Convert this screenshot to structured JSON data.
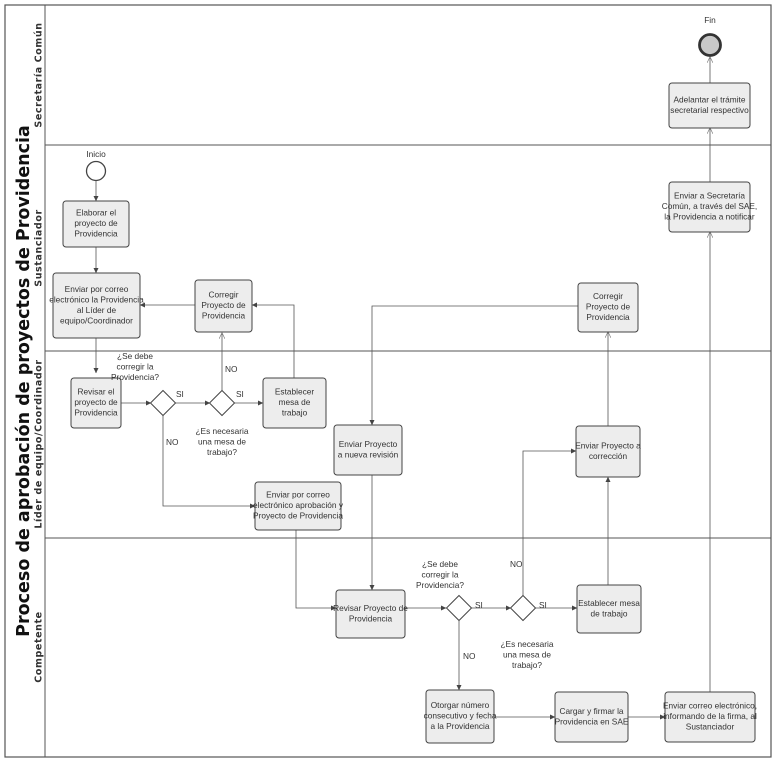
{
  "pool": {
    "title": "Proceso de aprobación de proyectos de Providencia"
  },
  "lanes": [
    {
      "id": "secretaria",
      "label": "Secretaría Común"
    },
    {
      "id": "sustanciador",
      "label": "Sustanciador"
    },
    {
      "id": "lider",
      "label": "Líder de equipo/Coordinador"
    },
    {
      "id": "competente",
      "label": "Competente"
    }
  ],
  "events": [
    {
      "id": "inicio",
      "label": "Inicio",
      "type": "start"
    },
    {
      "id": "fin",
      "label": "Fin",
      "type": "end"
    }
  ],
  "tasks": [
    {
      "id": "elaborar",
      "lines": [
        "Elaborar el",
        "proyecto de",
        "Providencia"
      ]
    },
    {
      "id": "enviar-correo-lider",
      "lines": [
        "Enviar por correo",
        "electrónico la Providencia",
        "al Líder de",
        "equipo/Coordinador"
      ]
    },
    {
      "id": "corregir-1",
      "lines": [
        "Corregir",
        "Proyecto de",
        "Providencia"
      ]
    },
    {
      "id": "corregir-2",
      "lines": [
        "Corregir",
        "Proyecto de",
        "Providencia"
      ]
    },
    {
      "id": "enviar-secretaria",
      "lines": [
        "Enviar a Secretaría",
        "Común, a través del SAE,",
        "la Providencia a notificar"
      ]
    },
    {
      "id": "adelantar",
      "lines": [
        "Adelantar el trámite",
        "secretarial respectivo"
      ]
    },
    {
      "id": "revisar-lider",
      "lines": [
        "Revisar el",
        "proyecto de",
        "Providencia"
      ]
    },
    {
      "id": "mesa-lider",
      "lines": [
        "Establecer",
        "mesa de",
        "trabajo"
      ]
    },
    {
      "id": "enviar-nueva-revision",
      "lines": [
        "Enviar Proyecto",
        "a nueva revisión"
      ]
    },
    {
      "id": "enviar-correccion",
      "lines": [
        "Enviar Proyecto a",
        "corrección"
      ]
    },
    {
      "id": "enviar-aprobacion",
      "lines": [
        "Enviar por correo",
        "electrónico aprobación  y",
        "Proyecto de Providencia"
      ]
    },
    {
      "id": "revisar-competente",
      "lines": [
        "Revisar Proyecto de",
        "Providencia"
      ]
    },
    {
      "id": "mesa-competente",
      "lines": [
        "Establecer mesa",
        "de trabajo"
      ]
    },
    {
      "id": "otorgar",
      "lines": [
        "Otorgar número",
        "consecutivo y fecha",
        "a la Providencia"
      ]
    },
    {
      "id": "cargar",
      "lines": [
        "Cargar y firmar la",
        "Providencia en SAE"
      ]
    },
    {
      "id": "enviar-correo-firma",
      "lines": [
        "Enviar correo electrónico,",
        "informando de la firma, al",
        "Sustanciador"
      ]
    }
  ],
  "gateways": [
    {
      "id": "gw-lider-corregir",
      "lines": [
        "¿Se debe",
        "corregir la",
        "Providencia?"
      ]
    },
    {
      "id": "gw-lider-mesa",
      "lines": [
        "¿Es necesaria",
        "una mesa de",
        "trabajo?"
      ]
    },
    {
      "id": "gw-comp-corregir",
      "lines": [
        "¿Se debe",
        "corregir la",
        "Providencia?"
      ]
    },
    {
      "id": "gw-comp-mesa",
      "lines": [
        "¿Es necesaria",
        "una mesa de",
        "trabajo?"
      ]
    }
  ],
  "flow_labels": {
    "si_1": "SI",
    "no_1": "NO",
    "si_2": "SI",
    "no_2": "NO",
    "si_3": "SI",
    "no_3": "NO",
    "si_4": "SI",
    "no_4": "NO"
  }
}
